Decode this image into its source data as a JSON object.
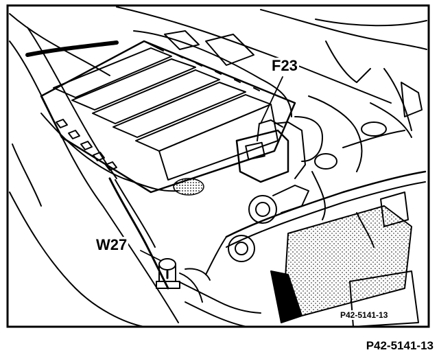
{
  "diagram": {
    "callouts": {
      "f23": "F23",
      "w27": "W27"
    },
    "inner_reference": "P42-5141-13",
    "figure_reference": "P42-5141-13"
  },
  "colors": {
    "ink": "#000000",
    "paper": "#ffffff"
  }
}
